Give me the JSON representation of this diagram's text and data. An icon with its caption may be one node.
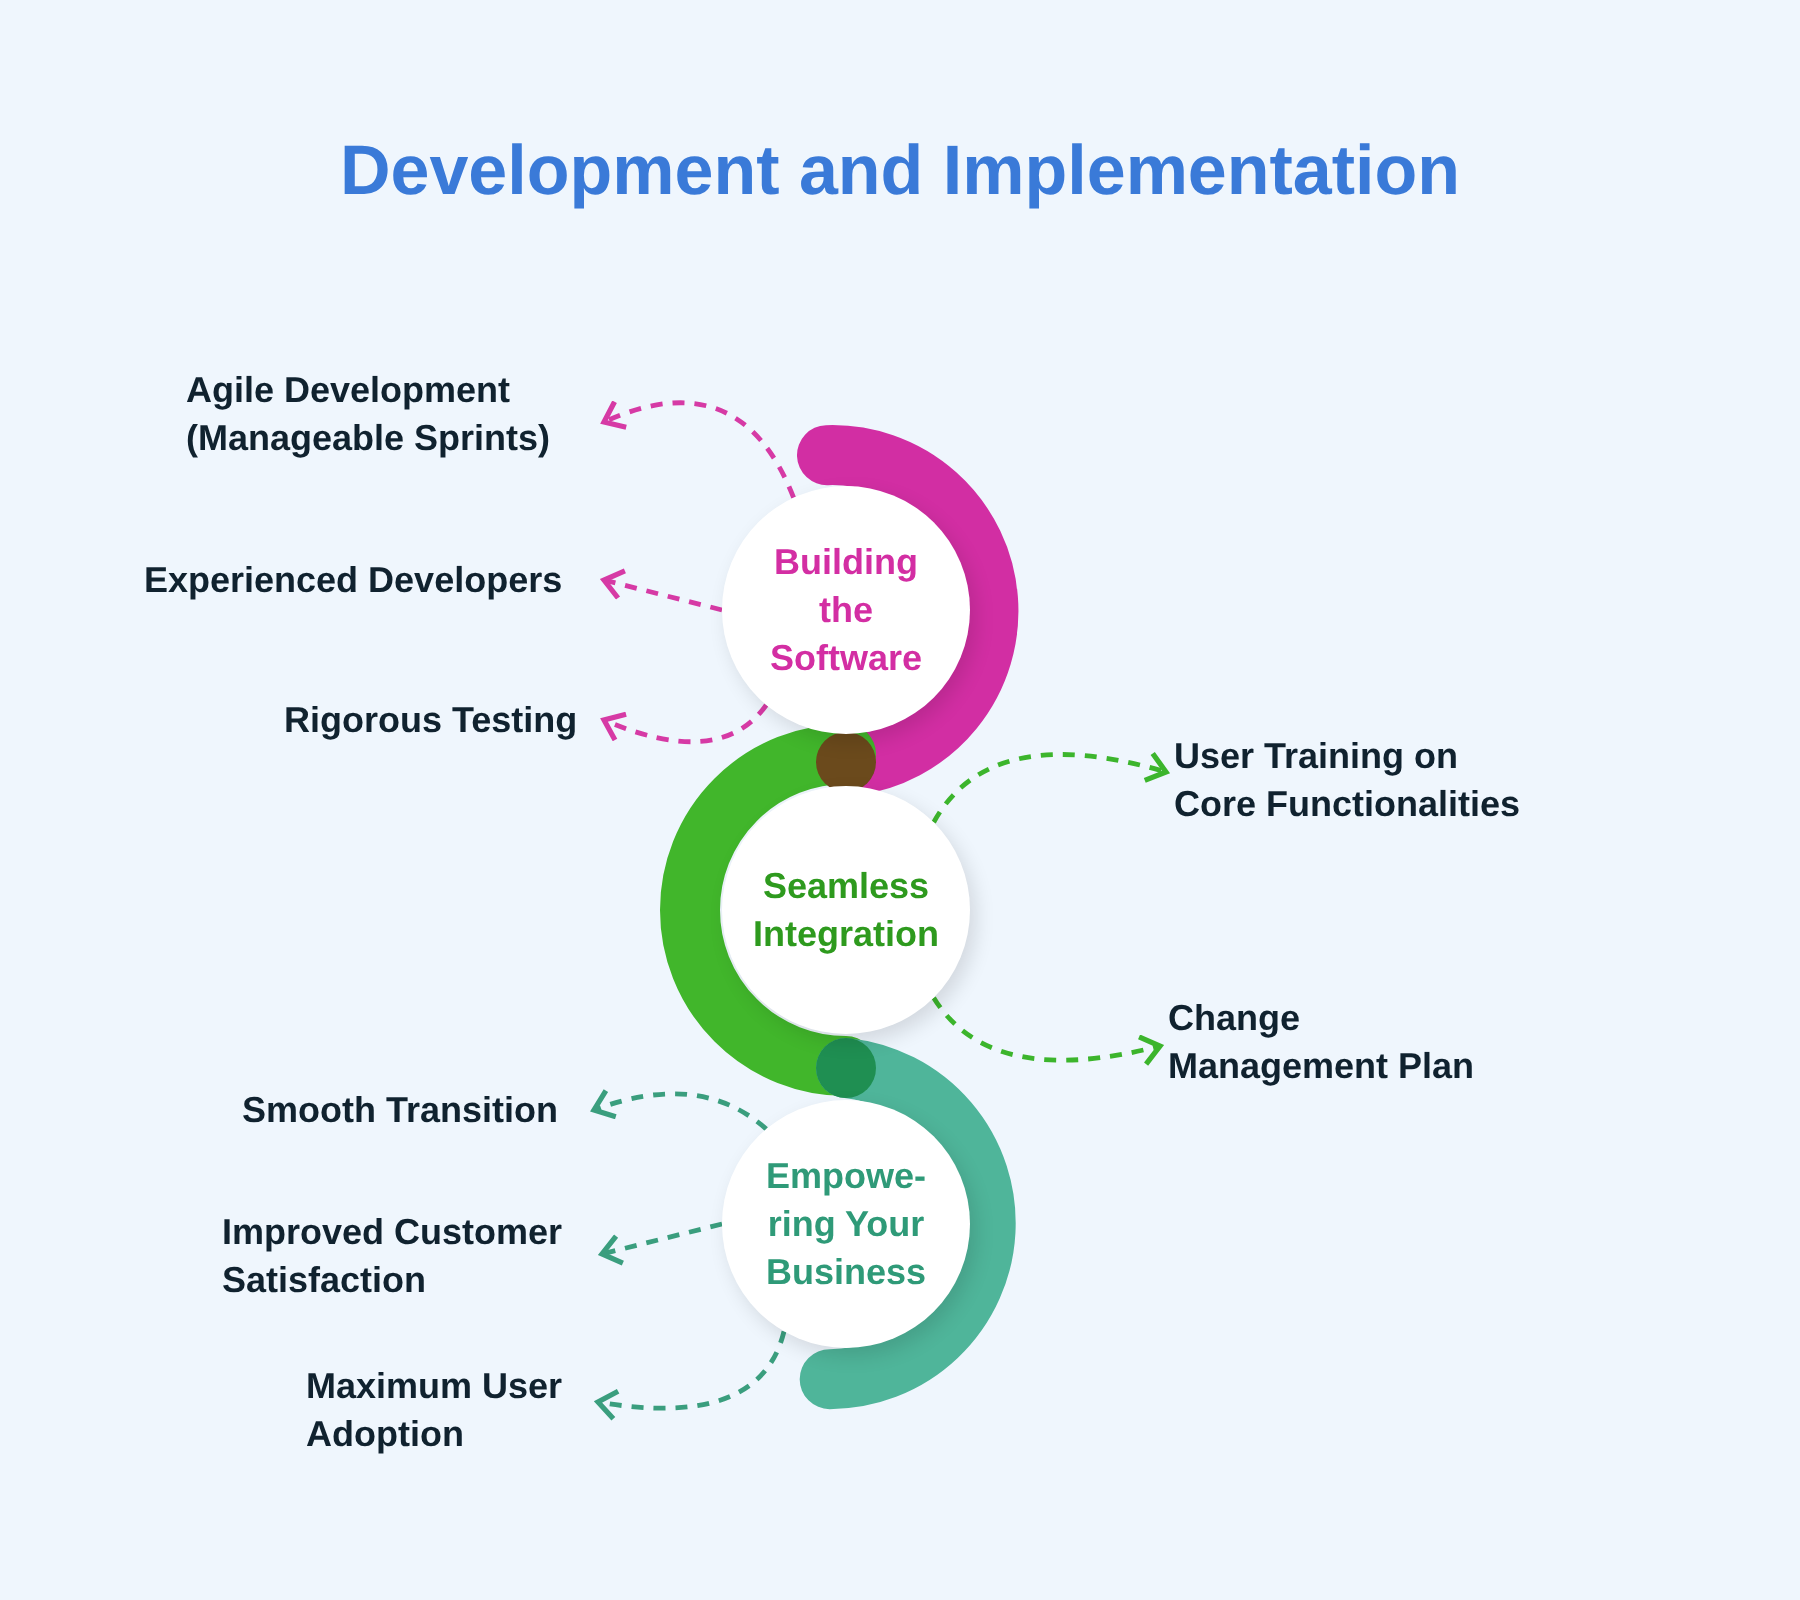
{
  "diagram": {
    "title": "Development and Implementation",
    "nodes": [
      {
        "text": [
          "Building the Software"
        ]
      },
      {
        "text": [
          "Seamless Integration"
        ]
      },
      {
        "text": [
          "Empowe- ring Your Business"
        ]
      },
      {
        "text": [
          "Agile Development (Manageable Sprints)"
        ]
      },
      {
        "text": [
          "Experienced Developers"
        ]
      },
      {
        "text": [
          "Rigorous Testing"
        ]
      },
      {
        "text": [
          "User Training on Core Functionalities"
        ]
      },
      {
        "text": [
          "Change Management Plan"
        ]
      },
      {
        "text": [
          "Smooth Transition"
        ]
      },
      {
        "text": [
          "Improved Customer Satisfaction"
        ]
      },
      {
        "text": [
          "Maximum User Adoption"
        ]
      }
    ],
    "edges": [
      {
        "from": 0,
        "to": 3,
        "arrow": "to",
        "style": "dashed",
        "color": "#d63aa5"
      },
      {
        "from": 0,
        "to": 4,
        "arrow": "to",
        "style": "dashed",
        "color": "#d63aa5"
      },
      {
        "from": 0,
        "to": 5,
        "arrow": "to",
        "style": "dashed",
        "color": "#d63aa5"
      },
      {
        "from": 1,
        "to": 6,
        "arrow": "to",
        "style": "dashed",
        "color": "#3cb52c"
      },
      {
        "from": 1,
        "to": 7,
        "arrow": "to",
        "style": "dashed",
        "color": "#3cb52c"
      },
      {
        "from": 2,
        "to": 8,
        "arrow": "to",
        "style": "dashed",
        "color": "#3a9e7e"
      },
      {
        "from": 2,
        "to": 9,
        "arrow": "to",
        "style": "dashed",
        "color": "#3a9e7e"
      },
      {
        "from": 2,
        "to": 10,
        "arrow": "to",
        "style": "dashed",
        "color": "#3a9e7e"
      }
    ]
  }
}
